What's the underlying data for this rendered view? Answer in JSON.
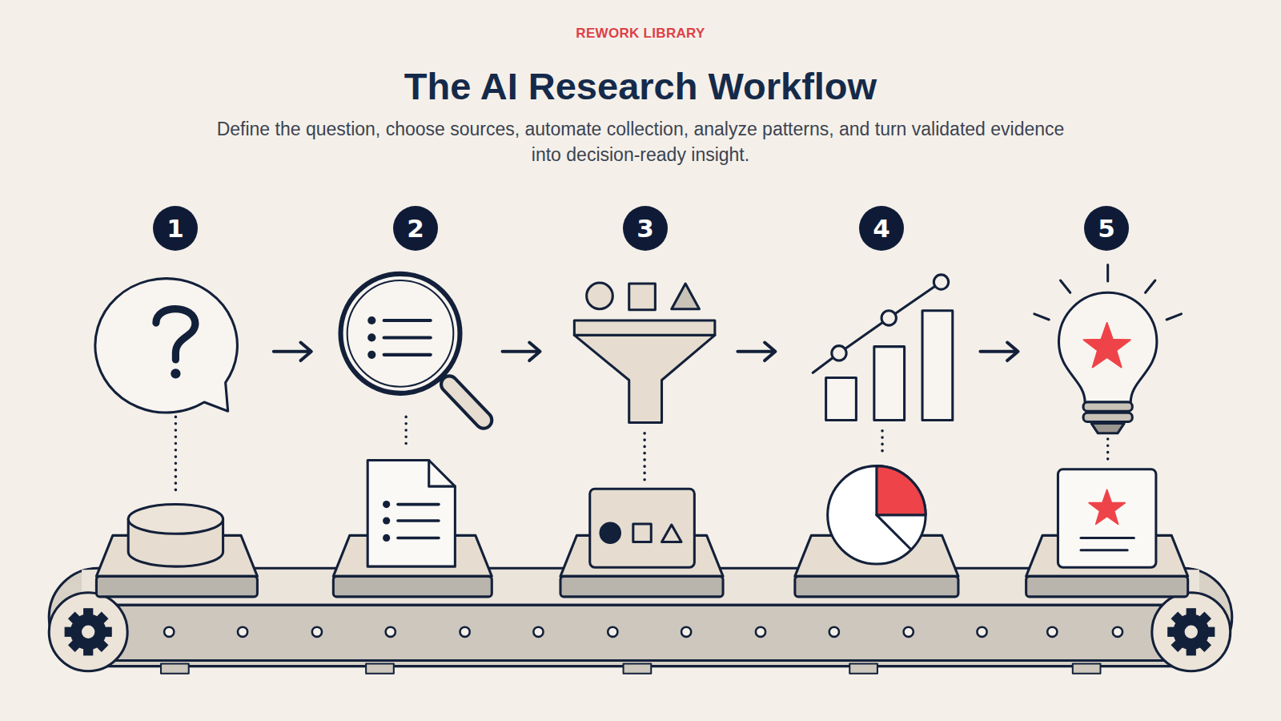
{
  "diagram": {
    "title": "The AI Research Workflow",
    "caption": "Define the question, choose sources, automate collection, analyze patterns, and turn validated evidence into decision-ready insight.",
    "nodes": [
      {
        "text": [
          "1"
        ]
      },
      {
        "text": [
          "2"
        ]
      },
      {
        "text": [
          "3"
        ]
      },
      {
        "text": [
          "4"
        ]
      },
      {
        "text": [
          "5"
        ]
      }
    ],
    "labels": [
      "REWORK LIBRARY"
    ]
  }
}
